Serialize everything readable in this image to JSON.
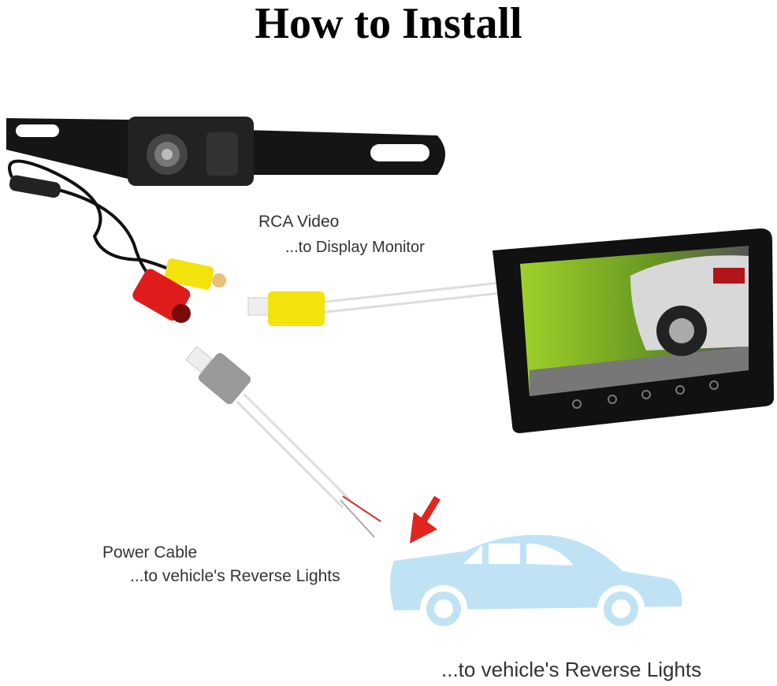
{
  "title": "How to Install",
  "labels": {
    "rca": "RCA Video",
    "rca_sub": "...to Display Monitor",
    "power": "Power Cable",
    "power_sub": "...to vehicle's Reverse Lights",
    "car_sub": "...to vehicle's Reverse Lights"
  },
  "colors": {
    "rca_plug": "#f2e30c",
    "power_plug": "#e01b1b",
    "car": "#bfe3f5",
    "arrow": "#e0261e",
    "camera": "#151515"
  }
}
